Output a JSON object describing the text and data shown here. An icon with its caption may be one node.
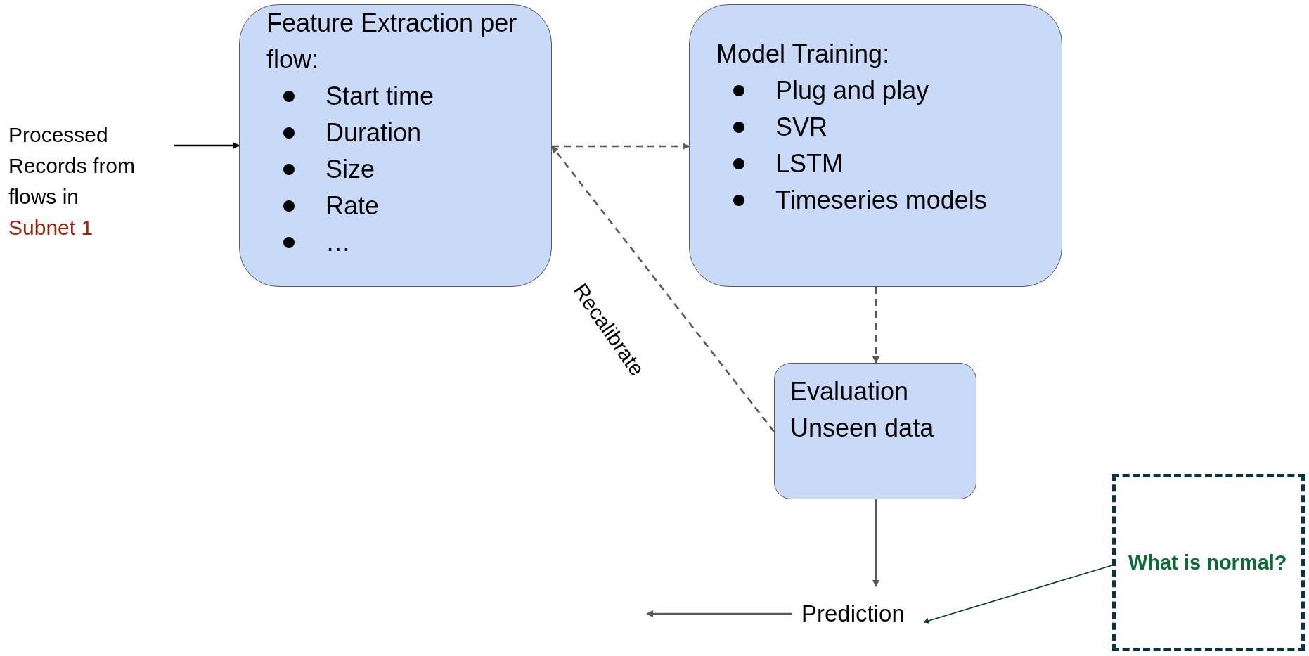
{
  "diagram": {
    "nodes": [
      {
        "text": [
          "Processed Records from flows in",
          "Subnet 1"
        ]
      },
      {
        "text": [
          "Feature Extraction per flow:",
          "Start time",
          "Duration",
          "Size",
          "Rate",
          "…"
        ]
      },
      {
        "text": [
          "Model Training:",
          "Plug and play",
          "SVR",
          "LSTM",
          "Timeseries models"
        ]
      },
      {
        "text": [
          "Evaluation Unseen data"
        ]
      },
      {
        "text": [
          "Prediction"
        ]
      },
      {
        "text": [
          "What is normal?"
        ]
      }
    ],
    "edges": [
      {
        "from": 0,
        "to": 1,
        "arrow": "to"
      },
      {
        "from": 1,
        "to": 2,
        "arrow": "to",
        "style": "dashed"
      },
      {
        "from": 2,
        "to": 3,
        "arrow": "to",
        "style": "dashed"
      },
      {
        "from": 3,
        "to": 1,
        "arrow": "to",
        "style": "dashed",
        "label": "Recalibrate"
      },
      {
        "from": 3,
        "to": 4,
        "arrow": "to"
      },
      {
        "from": 4,
        "to": null,
        "arrow": "to"
      },
      {
        "from": 5,
        "to": 4,
        "arrow": "to",
        "color": "#0c343d"
      }
    ]
  }
}
